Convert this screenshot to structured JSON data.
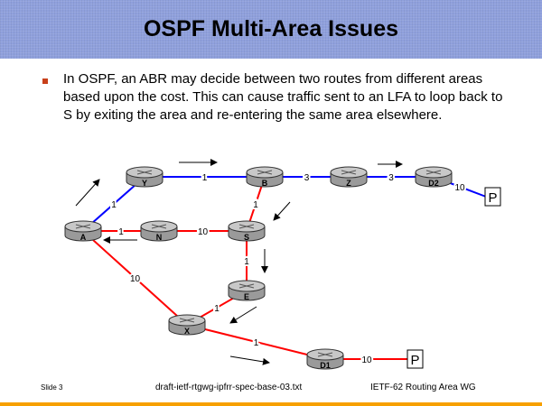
{
  "title": "OSPF Multi-Area Issues",
  "bullet": "In OSPF, an ABR may decide between two routes from different areas based upon the cost.  This can cause traffic sent to an LFA to loop back to S by exiting the area and re-entering the same area elsewhere.",
  "colors": {
    "area_blue": "#0000ff",
    "area_red": "#ff0000",
    "accent": "#f7a000"
  },
  "routers": [
    "Y",
    "B",
    "Z",
    "D2",
    "A",
    "N",
    "S",
    "E",
    "X",
    "D1"
  ],
  "prefixes": [
    "P",
    "P"
  ],
  "links": [
    {
      "from": "A",
      "to": "Y",
      "cost": "1",
      "color": "blue"
    },
    {
      "from": "Y",
      "to": "B",
      "cost": "1",
      "color": "blue"
    },
    {
      "from": "B",
      "to": "Z",
      "cost": "3",
      "color": "blue"
    },
    {
      "from": "Z",
      "to": "D2",
      "cost": "3",
      "color": "blue"
    },
    {
      "from": "D2",
      "to": "P",
      "cost": "10",
      "color": "blue"
    },
    {
      "from": "A",
      "to": "N",
      "cost": "1",
      "color": "red"
    },
    {
      "from": "N",
      "to": "S",
      "cost": "10",
      "color": "red"
    },
    {
      "from": "B",
      "to": "S",
      "cost": "1",
      "color": "red"
    },
    {
      "from": "S",
      "to": "E",
      "cost": "1",
      "color": "red"
    },
    {
      "from": "A",
      "to": "X",
      "cost": "10",
      "color": "red"
    },
    {
      "from": "E",
      "to": "X",
      "cost": "1",
      "color": "red"
    },
    {
      "from": "X",
      "to": "D1",
      "cost": "1",
      "color": "red"
    },
    {
      "from": "D1",
      "to": "P2",
      "cost": "10",
      "color": "red"
    }
  ],
  "footer": {
    "slide": "Slide 3",
    "draft": "draft-ietf-rtgwg-ipfrr-spec-base-03.txt",
    "group": "IETF-62 Routing Area WG"
  }
}
